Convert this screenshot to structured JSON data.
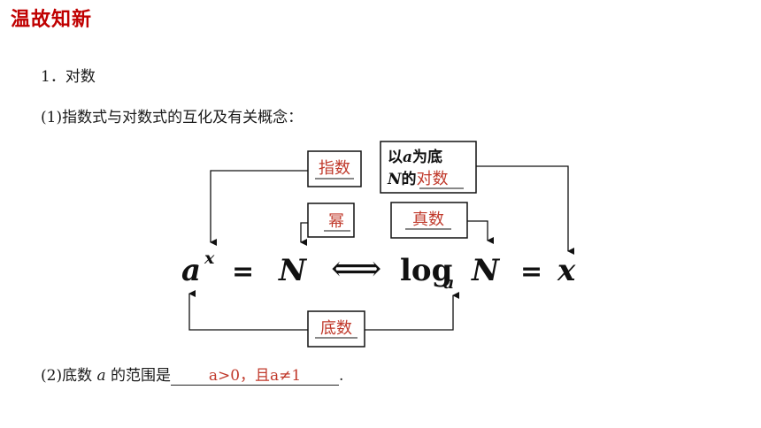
{
  "header": {
    "title": "温故知新"
  },
  "section": {
    "heading": "1．对数"
  },
  "part1": {
    "label": "(1)指数式与对数式的互化及有关概念："
  },
  "diagram": {
    "box_exponent": "指数",
    "box_base_line1_a": "以",
    "box_base_line1_var": "a",
    "box_base_line1_b": "为底",
    "box_base_line2_var": "N",
    "box_base_line2_a": "的",
    "box_base_line2_answer": "对数",
    "box_power": "幂",
    "box_antilog": "真数",
    "box_base": "底数",
    "eq_a": "a",
    "eq_x_sup": "x",
    "eq_equals1": "=",
    "eq_N": "N",
    "eq_iff": "⟺",
    "eq_log": "log",
    "eq_log_sub": "a",
    "eq_N2": "N",
    "eq_equals2": "=",
    "eq_x": "x"
  },
  "part2": {
    "label_prefix": "(2)底数 ",
    "label_var": "a",
    "label_suffix": " 的范围是",
    "answer": "a>0，且a≠1",
    "end": "."
  },
  "colors": {
    "title": "#c00000",
    "answer": "#c0392b"
  }
}
